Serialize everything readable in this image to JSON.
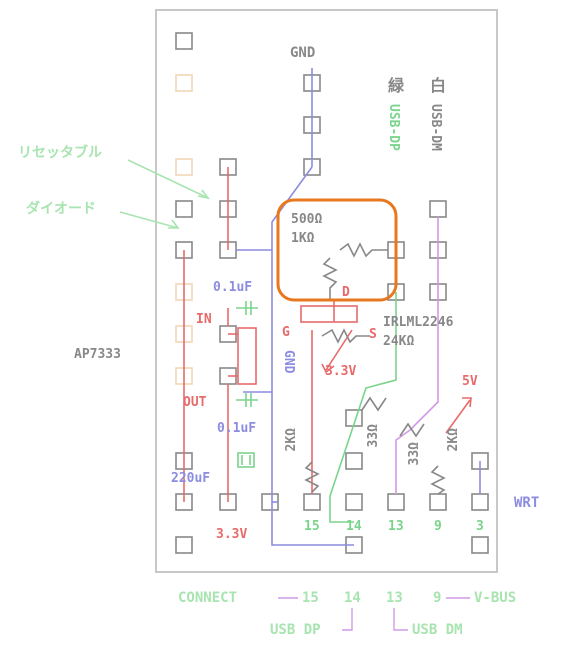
{
  "colors": {
    "gray": "#888888",
    "red": "#e86a6a",
    "blue": "#8c8ce0",
    "green": "#7ad48c",
    "violet": "#d29ae6",
    "orange": "#e8781e",
    "board_border": "#c8c8c8",
    "pad_faint": "#f2d7b8"
  },
  "labels": {
    "gnd_top": "GND",
    "green_kanji": "緑",
    "white_kanji": "白",
    "usb_dp_vertical": "USB-DP",
    "usb_dm_vertical": "USB-DM",
    "resettable": "リセッタブル",
    "diode": "ダイオード",
    "r_500": "500Ω",
    "r_1k": "1KΩ",
    "d": "D",
    "g": "G",
    "s": "S",
    "mosfet": "IRLML2246",
    "r_24k": "24KΩ",
    "c_top": "0.1uF",
    "in": "IN",
    "ap": "AP7333",
    "gnd_vertical": "GND",
    "v33_mid": "3.3V",
    "five_v": "5V",
    "out": "OUT",
    "c_bottom": "0.1uF",
    "r_2k_left": "2KΩ",
    "r_33_a": "33Ω",
    "r_33_b": "33Ω",
    "r_2k_right": "2KΩ",
    "c_220": "220uF",
    "wrt": "WRT",
    "v33_bottom": "3.3V",
    "pin_15": "15",
    "pin_14": "14",
    "pin_13": "13",
    "pin_9": "9",
    "pin_3": "3",
    "legend_connect": "CONNECT",
    "legend_15": "15",
    "legend_14": "14",
    "legend_13": "13",
    "legend_9": "9",
    "legend_vbus": "V-BUS",
    "legend_usb_dp": "USB DP",
    "legend_usb_dm": "USB DM"
  }
}
